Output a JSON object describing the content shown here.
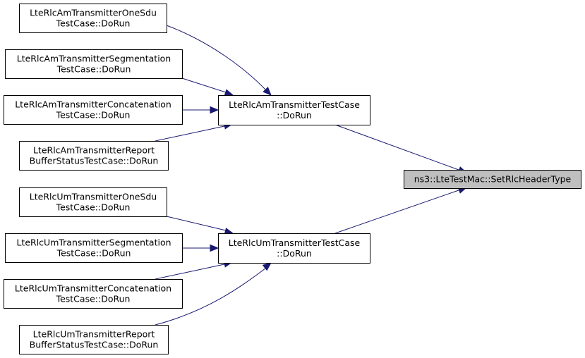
{
  "diagram": {
    "type": "call-graph",
    "nodes": [
      {
        "id": "n0",
        "lines": [
          "ns3::LteTestMac::SetRlcHeaderType"
        ],
        "highlighted": true
      },
      {
        "id": "n1",
        "lines": [
          "LteRlcAmTransmitterTestCase",
          "::DoRun"
        ]
      },
      {
        "id": "n2",
        "lines": [
          "LteRlcAmTransmitterOneSdu",
          "TestCase::DoRun"
        ]
      },
      {
        "id": "n3",
        "lines": [
          "LteRlcAmTransmitterSegmentation",
          "TestCase::DoRun"
        ]
      },
      {
        "id": "n4",
        "lines": [
          "LteRlcAmTransmitterConcatenation",
          "TestCase::DoRun"
        ]
      },
      {
        "id": "n5",
        "lines": [
          "LteRlcAmTransmitterReport",
          "BufferStatusTestCase::DoRun"
        ]
      },
      {
        "id": "n6",
        "lines": [
          "LteRlcUmTransmitterTestCase",
          "::DoRun"
        ]
      },
      {
        "id": "n7",
        "lines": [
          "LteRlcUmTransmitterOneSdu",
          "TestCase::DoRun"
        ]
      },
      {
        "id": "n8",
        "lines": [
          "LteRlcUmTransmitterSegmentation",
          "TestCase::DoRun"
        ]
      },
      {
        "id": "n9",
        "lines": [
          "LteRlcUmTransmitterConcatenation",
          "TestCase::DoRun"
        ]
      },
      {
        "id": "n10",
        "lines": [
          "LteRlcUmTransmitterReport",
          "BufferStatusTestCase::DoRun"
        ]
      }
    ],
    "edges": [
      {
        "from": "n1",
        "to": "n0"
      },
      {
        "from": "n6",
        "to": "n0"
      },
      {
        "from": "n2",
        "to": "n1"
      },
      {
        "from": "n3",
        "to": "n1"
      },
      {
        "from": "n4",
        "to": "n1"
      },
      {
        "from": "n5",
        "to": "n1"
      },
      {
        "from": "n7",
        "to": "n6"
      },
      {
        "from": "n8",
        "to": "n6"
      },
      {
        "from": "n9",
        "to": "n6"
      },
      {
        "from": "n10",
        "to": "n6"
      }
    ],
    "colors": {
      "edge": "#191970",
      "node_border": "#000000",
      "node_fill": "#ffffff",
      "highlight_fill": "#bfbfbf"
    }
  }
}
